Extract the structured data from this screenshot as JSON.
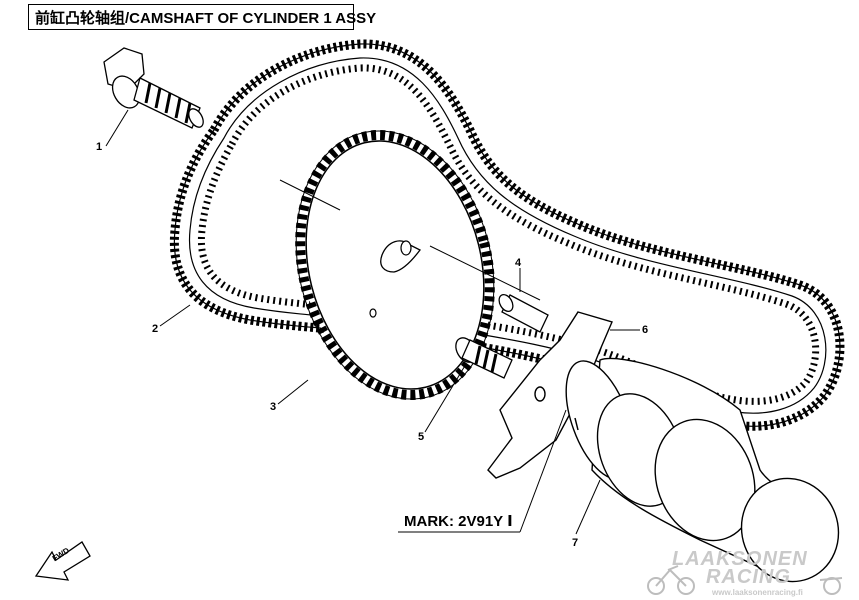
{
  "title": "前缸凸轮轴组/CAMSHAFT OF CYLINDER 1 ASSY",
  "mark_text": "MARK: 2V91Y Ⅰ",
  "fwd_label": "FWD",
  "callouts": [
    "1",
    "2",
    "3",
    "4",
    "5",
    "6",
    "7"
  ],
  "watermark": {
    "line1": "LAAKSONEN",
    "line2": "RACING",
    "url": "www.laaksonenracing.fi"
  }
}
